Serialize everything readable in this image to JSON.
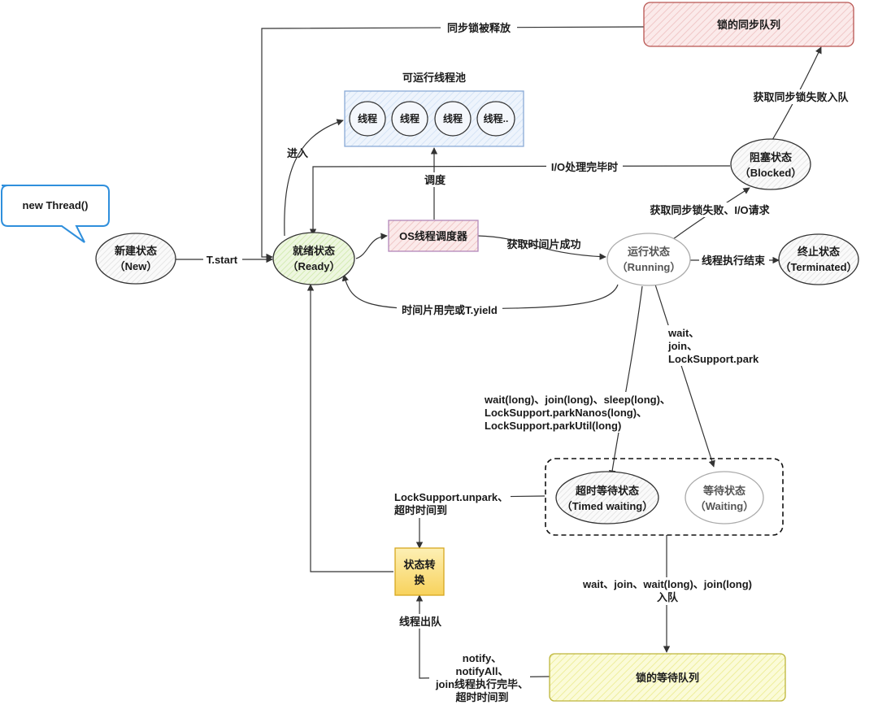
{
  "nodes": {
    "new_thread_bubble": "new Thread()",
    "new_state": [
      "新建状态",
      "（New）"
    ],
    "ready_state": [
      "就绪状态",
      "（Ready）"
    ],
    "os_scheduler": "OS线程调度器",
    "runnable_pool_title": "可运行线程池",
    "pool_threads": [
      "线程",
      "线程",
      "线程",
      "线程.."
    ],
    "running_state": [
      "运行状态",
      "（Running）"
    ],
    "terminated_state": [
      "终止状态",
      "（Terminated）"
    ],
    "blocked_state": [
      "阻塞状态",
      "（Blocked）"
    ],
    "lock_sync_queue": "锁的同步队列",
    "timed_waiting_state": [
      "超时等待状态",
      "（Timed waiting）"
    ],
    "waiting_state": [
      "等待状态",
      "（Waiting）"
    ],
    "state_transition": [
      "状态转",
      "换"
    ],
    "lock_wait_queue": "锁的等待队列"
  },
  "edges": {
    "t_start": "T.start",
    "enter": "进入",
    "schedule": "调度",
    "get_timeslice": "获取时间片成功",
    "yield": "时间片用完或T.yield",
    "io_done": "I/O处理完毕时",
    "sync_released": "同步锁被释放",
    "block_fail": "获取同步锁失败、I/O请求",
    "enqueue_fail": "获取同步锁失败入队",
    "thread_end": "线程执行结束",
    "wait_untimed": [
      "wait、",
      "join、",
      "LockSupport.park"
    ],
    "wait_timed": [
      "wait(long)、join(long)、sleep(long)、",
      "LockSupport.parkNanos(long)、",
      "LockSupport.parkUtil(long)"
    ],
    "unpark": [
      "LockSupport.unpark、",
      "超时时间到"
    ],
    "wait_enqueue": [
      "wait、join、wait(long)、join(long)",
      "入队"
    ],
    "dequeue": "线程出队",
    "notify": [
      "notify、",
      "notifyAll、",
      "join线程执行完毕、",
      "超时时间到"
    ]
  },
  "colors": {
    "ready_fill": "#e6f2d3",
    "pool_fill": "#e9f1fb",
    "pool_stroke": "#8aaad6",
    "scheduler_fill": "#f6edf6",
    "scheduler_stroke": "#b287b9",
    "sync_queue_fill": "#f9dede",
    "sync_queue_stroke": "#b85450",
    "wait_queue_fill": "#fafac8",
    "wait_queue_stroke": "#bdb53a",
    "transition_fill": "#fbe28a",
    "transition_stroke": "#d6a71f",
    "bubble_stroke": "#2f8fdc"
  }
}
